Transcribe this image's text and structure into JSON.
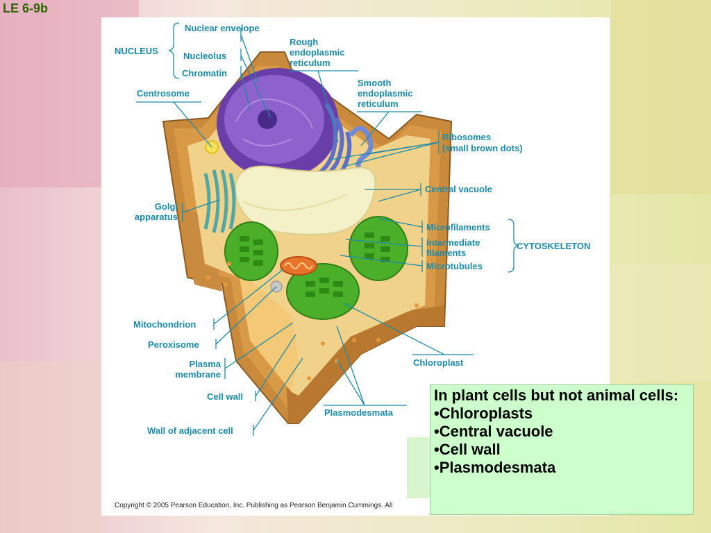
{
  "slide": {
    "title": "LE 6-9b",
    "copyright": "Copyright ©  2005 Pearson Education, Inc. Publishing as Pearson Benjamin Cummings. All"
  },
  "labels": {
    "nuclear_envelope": "Nuclear envelope",
    "nucleus": "NUCLEUS",
    "nucleolus": "Nucleolus",
    "chromatin": "Chromatin",
    "centrosome": "Centrosome",
    "rough_er": "Rough endoplasmic reticulum",
    "smooth_er": "Smooth endoplasmic reticulum",
    "ribosomes": "Ribosomes",
    "ribosomes_note": "(small brown dots)",
    "central_vacuole": "Central vacuole",
    "golgi": "Golgi apparatus",
    "microfilaments": "Microfilaments",
    "intermediate_filaments": "Intermediate filaments",
    "microtubules": "Microtubules",
    "cytoskeleton": "CYTOSKELETON",
    "mitochondrion": "Mitochondrion",
    "peroxisome": "Peroxisome",
    "plasma_membrane": "Plasma membrane",
    "cell_wall": "Cell wall",
    "wall_adjacent": "Wall of adjacent cell",
    "chloroplast": "Chloroplast",
    "plasmodesmata": "Plasmodesmata"
  },
  "callout": {
    "heading": "In plant cells but not animal cells:",
    "items": [
      "•Chloroplasts",
      "•Central vacuole",
      "•Cell wall",
      "•Plasmodesmata"
    ]
  },
  "colors": {
    "label": "#1c8aa8",
    "title": "#336600",
    "callout_bg": "#ccffcc",
    "cell_wall": "#c98a3c",
    "nucleus": "#7b4fb8",
    "chloroplast": "#4caf2a",
    "vacuole": "#f4f0c8"
  }
}
